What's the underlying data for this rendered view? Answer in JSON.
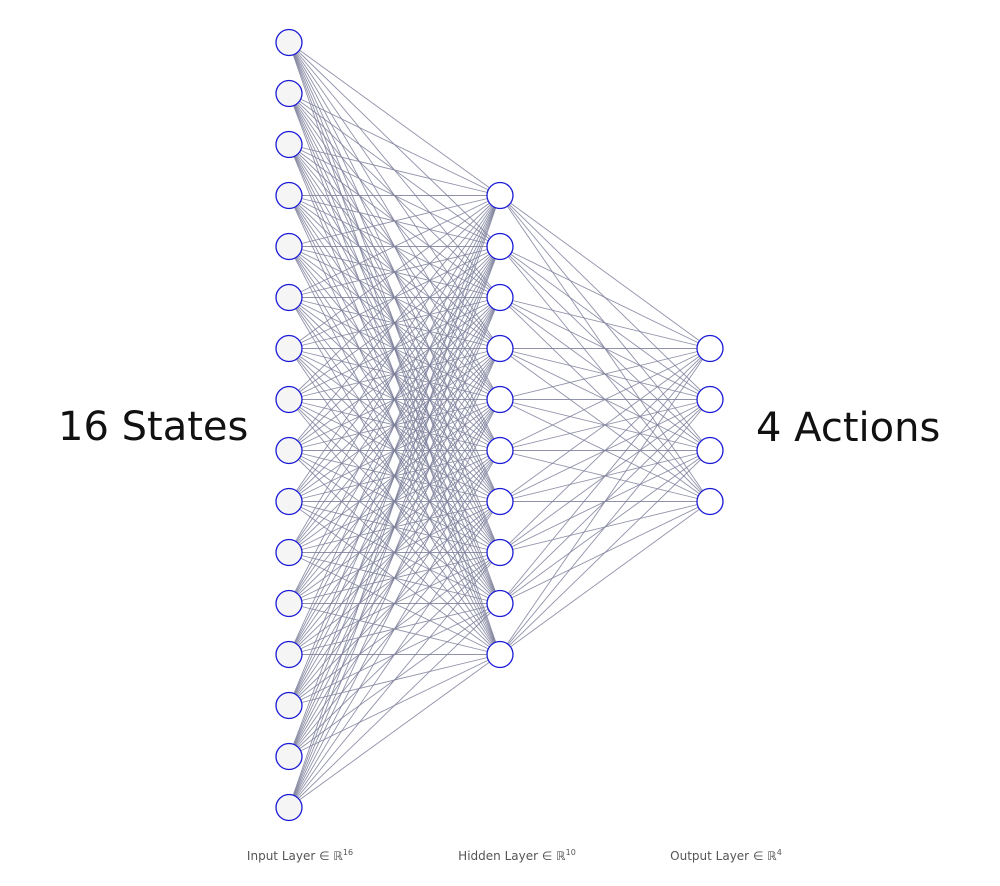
{
  "diagram": {
    "type": "feed-forward neural network",
    "left_label": "16 States",
    "right_label": "4 Actions",
    "layers": [
      {
        "name": "Input Layer",
        "symbol": "∈ ℝ",
        "dimension": "16",
        "neurons": 16,
        "node_fill": "#f5f5f5"
      },
      {
        "name": "Hidden Layer",
        "symbol": "∈ ℝ",
        "dimension": "10",
        "neurons": 10,
        "node_fill": "#ffffff"
      },
      {
        "name": "Output Layer",
        "symbol": "∈ ℝ",
        "dimension": "4",
        "neurons": 4,
        "node_fill": "#ffffff"
      }
    ],
    "colors": {
      "node_stroke": "#1a1ad6",
      "edge": "#7c7f9a"
    }
  }
}
